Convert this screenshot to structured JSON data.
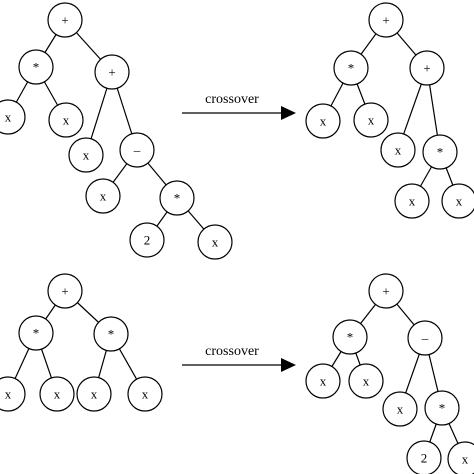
{
  "trees": [
    {
      "id": "tree-top-left",
      "nodes": [
        {
          "id": "a1",
          "label": "+"
        },
        {
          "id": "a2",
          "label": "*"
        },
        {
          "id": "a3",
          "label": "+"
        },
        {
          "id": "a4",
          "label": "x"
        },
        {
          "id": "a5",
          "label": "x"
        },
        {
          "id": "a6",
          "label": "x"
        },
        {
          "id": "a7",
          "label": "–"
        },
        {
          "id": "a8",
          "label": "x"
        },
        {
          "id": "a9",
          "label": "*"
        },
        {
          "id": "a10",
          "label": "2"
        },
        {
          "id": "a11",
          "label": "x"
        }
      ],
      "edges": [
        [
          "a1",
          "a2"
        ],
        [
          "a1",
          "a3"
        ],
        [
          "a2",
          "a4"
        ],
        [
          "a2",
          "a5"
        ],
        [
          "a3",
          "a6"
        ],
        [
          "a3",
          "a7"
        ],
        [
          "a7",
          "a8"
        ],
        [
          "a7",
          "a9"
        ],
        [
          "a9",
          "a10"
        ],
        [
          "a9",
          "a11"
        ]
      ]
    },
    {
      "id": "tree-top-right",
      "nodes": [
        {
          "id": "b1",
          "label": "+"
        },
        {
          "id": "b2",
          "label": "*"
        },
        {
          "id": "b3",
          "label": "+"
        },
        {
          "id": "b4",
          "label": "x"
        },
        {
          "id": "b5",
          "label": "x"
        },
        {
          "id": "b6",
          "label": "x"
        },
        {
          "id": "b7",
          "label": "*"
        },
        {
          "id": "b8",
          "label": "x"
        },
        {
          "id": "b9",
          "label": "x"
        }
      ],
      "edges": [
        [
          "b1",
          "b2"
        ],
        [
          "b1",
          "b3"
        ],
        [
          "b2",
          "b4"
        ],
        [
          "b2",
          "b5"
        ],
        [
          "b3",
          "b6"
        ],
        [
          "b3",
          "b7"
        ],
        [
          "b7",
          "b8"
        ],
        [
          "b7",
          "b9"
        ]
      ]
    },
    {
      "id": "tree-bottom-left",
      "nodes": [
        {
          "id": "c1",
          "label": "+"
        },
        {
          "id": "c2",
          "label": "*"
        },
        {
          "id": "c3",
          "label": "*"
        },
        {
          "id": "c4",
          "label": "x"
        },
        {
          "id": "c5",
          "label": "x"
        },
        {
          "id": "c6",
          "label": "x"
        },
        {
          "id": "c7",
          "label": "x"
        }
      ],
      "edges": [
        [
          "c1",
          "c2"
        ],
        [
          "c1",
          "c3"
        ],
        [
          "c2",
          "c4"
        ],
        [
          "c2",
          "c5"
        ],
        [
          "c3",
          "c6"
        ],
        [
          "c3",
          "c7"
        ]
      ]
    },
    {
      "id": "tree-bottom-right",
      "nodes": [
        {
          "id": "d1",
          "label": "+"
        },
        {
          "id": "d2",
          "label": "*"
        },
        {
          "id": "d3",
          "label": "–"
        },
        {
          "id": "d4",
          "label": "x"
        },
        {
          "id": "d5",
          "label": "x"
        },
        {
          "id": "d6",
          "label": "x"
        },
        {
          "id": "d7",
          "label": "*"
        },
        {
          "id": "d8",
          "label": "2"
        },
        {
          "id": "d9",
          "label": "x"
        }
      ],
      "edges": [
        [
          "d1",
          "d2"
        ],
        [
          "d1",
          "d3"
        ],
        [
          "d2",
          "d4"
        ],
        [
          "d2",
          "d5"
        ],
        [
          "d3",
          "d6"
        ],
        [
          "d3",
          "d7"
        ],
        [
          "d7",
          "d8"
        ],
        [
          "d7",
          "d9"
        ]
      ]
    }
  ],
  "arrows": [
    {
      "id": "arrow-top",
      "label": "crossover"
    },
    {
      "id": "arrow-bottom",
      "label": "crossover"
    }
  ]
}
